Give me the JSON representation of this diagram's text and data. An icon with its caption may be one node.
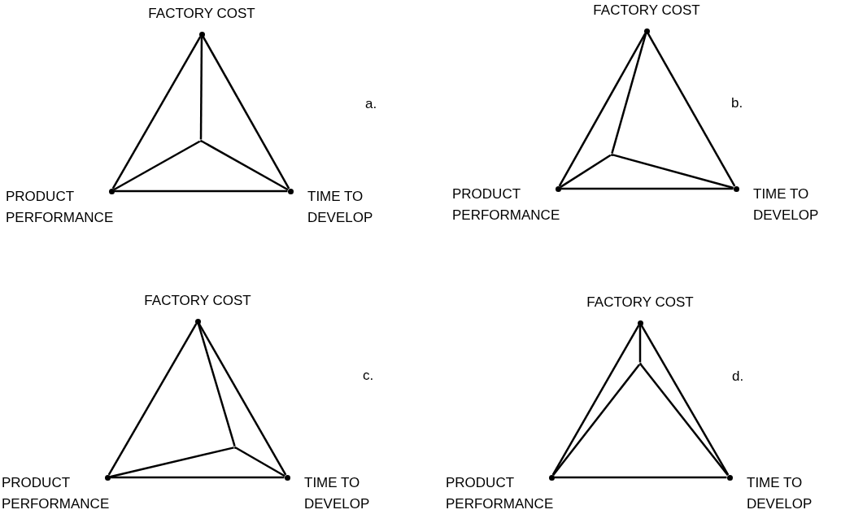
{
  "diagram": {
    "nodes": [
      {
        "text": [],
        "shape": "circle",
        "beside": [
          "FACTORY COST"
        ]
      },
      {
        "text": [],
        "shape": "circle",
        "beside": [
          "PRODUCT PERFORMANCE"
        ]
      },
      {
        "text": [],
        "shape": "circle",
        "beside": [
          "TIME TO DEVELOP"
        ]
      },
      {
        "text": [],
        "shape": "point"
      },
      {
        "text": [],
        "shape": "circle",
        "beside": [
          "FACTORY COST"
        ]
      },
      {
        "text": [],
        "shape": "circle",
        "beside": [
          "PRODUCT PERFORMANCE"
        ]
      },
      {
        "text": [],
        "shape": "circle",
        "beside": [
          "TIME TO DEVELOP"
        ]
      },
      {
        "text": [],
        "shape": "point"
      },
      {
        "text": [],
        "shape": "circle",
        "beside": [
          "FACTORY COST"
        ]
      },
      {
        "text": [],
        "shape": "circle",
        "beside": [
          "PRODUCT PERFORMANCE"
        ]
      },
      {
        "text": [],
        "shape": "circle",
        "beside": [
          "TIME TO DEVELOP"
        ]
      },
      {
        "text": [],
        "shape": "point"
      },
      {
        "text": [],
        "shape": "circle",
        "beside": [
          "FACTORY COST"
        ]
      },
      {
        "text": [],
        "shape": "circle",
        "beside": [
          "PRODUCT PERFORMANCE"
        ]
      },
      {
        "text": [],
        "shape": "circle",
        "beside": [
          "TIME TO DEVELOP"
        ]
      },
      {
        "text": [],
        "shape": "point"
      }
    ],
    "edges": [
      {
        "from": 0,
        "to": 1,
        "arrow": "none"
      },
      {
        "from": 0,
        "to": 2,
        "arrow": "none"
      },
      {
        "from": 1,
        "to": 2,
        "arrow": "none"
      },
      {
        "from": 3,
        "to": 0,
        "arrow": "none"
      },
      {
        "from": 3,
        "to": 1,
        "arrow": "none"
      },
      {
        "from": 3,
        "to": 2,
        "arrow": "none"
      },
      {
        "from": 4,
        "to": 5,
        "arrow": "none"
      },
      {
        "from": 4,
        "to": 6,
        "arrow": "none"
      },
      {
        "from": 5,
        "to": 6,
        "arrow": "none"
      },
      {
        "from": 7,
        "to": 4,
        "arrow": "none"
      },
      {
        "from": 7,
        "to": 5,
        "arrow": "none"
      },
      {
        "from": 7,
        "to": 6,
        "arrow": "none"
      },
      {
        "from": 8,
        "to": 9,
        "arrow": "none"
      },
      {
        "from": 8,
        "to": 10,
        "arrow": "none"
      },
      {
        "from": 9,
        "to": 10,
        "arrow": "none"
      },
      {
        "from": 11,
        "to": 8,
        "arrow": "none"
      },
      {
        "from": 11,
        "to": 9,
        "arrow": "none"
      },
      {
        "from": 11,
        "to": 10,
        "arrow": "none"
      },
      {
        "from": 12,
        "to": 13,
        "arrow": "none"
      },
      {
        "from": 12,
        "to": 14,
        "arrow": "none"
      },
      {
        "from": 13,
        "to": 14,
        "arrow": "none"
      },
      {
        "from": 15,
        "to": 12,
        "arrow": "none"
      },
      {
        "from": 15,
        "to": 13,
        "arrow": "none"
      },
      {
        "from": 15,
        "to": 14,
        "arrow": "none"
      }
    ],
    "labels": [
      "a.",
      "b.",
      "c.",
      "d."
    ]
  }
}
